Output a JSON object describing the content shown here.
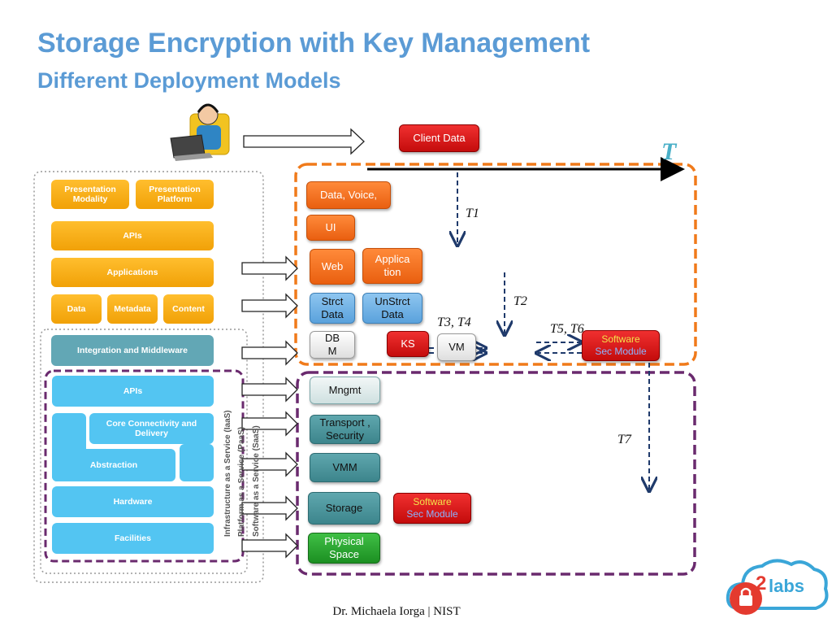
{
  "header": {
    "title": "Storage Encryption with Key Management",
    "subtitle": "Different Deployment Models"
  },
  "footer": {
    "text": "Dr. Michaela Iorga | NIST"
  },
  "client_data": "Client Data",
  "t_label": "T",
  "stack": {
    "presentation_modality": "Presentation Modality",
    "presentation_platform": "Presentation Platform",
    "apis_top": "APIs",
    "applications": "Applications",
    "data": "Data",
    "metadata": "Metadata",
    "content": "Content",
    "integration": "Integration and Middleware",
    "apis_bottom": "APIs",
    "core_connectivity": "Core Connectivity and Delivery",
    "abstraction": "Abstraction",
    "hardware": "Hardware",
    "facilities": "Facilities",
    "iaas": "Infrastructure as a Service (IaaS)",
    "paas": "Platform as a Service (PaaS)",
    "saas": "Software as a Service (SaaS)"
  },
  "upper": {
    "data_voice": "Data, Voice,",
    "ui": "UI",
    "web": "Web",
    "application": "Applica tion",
    "strct_data": "Strct Data",
    "unstrct_data": "UnStrct Data",
    "dbm": "DB M",
    "ks": "KS",
    "vm": "VM",
    "sw_sec_1": "Software",
    "sw_sec_2": "Sec Module"
  },
  "lower": {
    "mngmt": "Mngmt",
    "transport": "Transport , Security",
    "vmm": "VMM",
    "storage": "Storage",
    "physical": "Physical Space",
    "sw_sec_1": "Software",
    "sw_sec_2": "Sec Module"
  },
  "t_labels": {
    "t1": "T1",
    "t2": "T2",
    "t3t4": "T3, T4",
    "t5t6": "T5, T6",
    "t7": "T7"
  },
  "logo": {
    "text": "labs",
    "digit": "2"
  },
  "colors": {
    "title": "#5b9bd5",
    "orange_dash": "#f07a1a",
    "purple_dash": "#6a2a6e",
    "arrow_dash": "#1f3a6b"
  }
}
